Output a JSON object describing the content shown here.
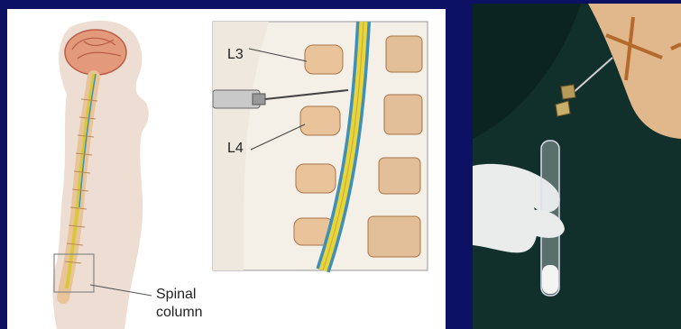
{
  "figure": {
    "labels": {
      "l3": "L3",
      "l4": "L4",
      "spinal_line1": "Spinal",
      "spinal_line2": "column"
    }
  },
  "colors": {
    "background": "#0c1163",
    "drape": "#0f2a26",
    "skin": "#eeddd2",
    "bone": "#e9c49a",
    "cord_yellow": "#e8d53a",
    "cord_blue": "#3f8fb8"
  }
}
